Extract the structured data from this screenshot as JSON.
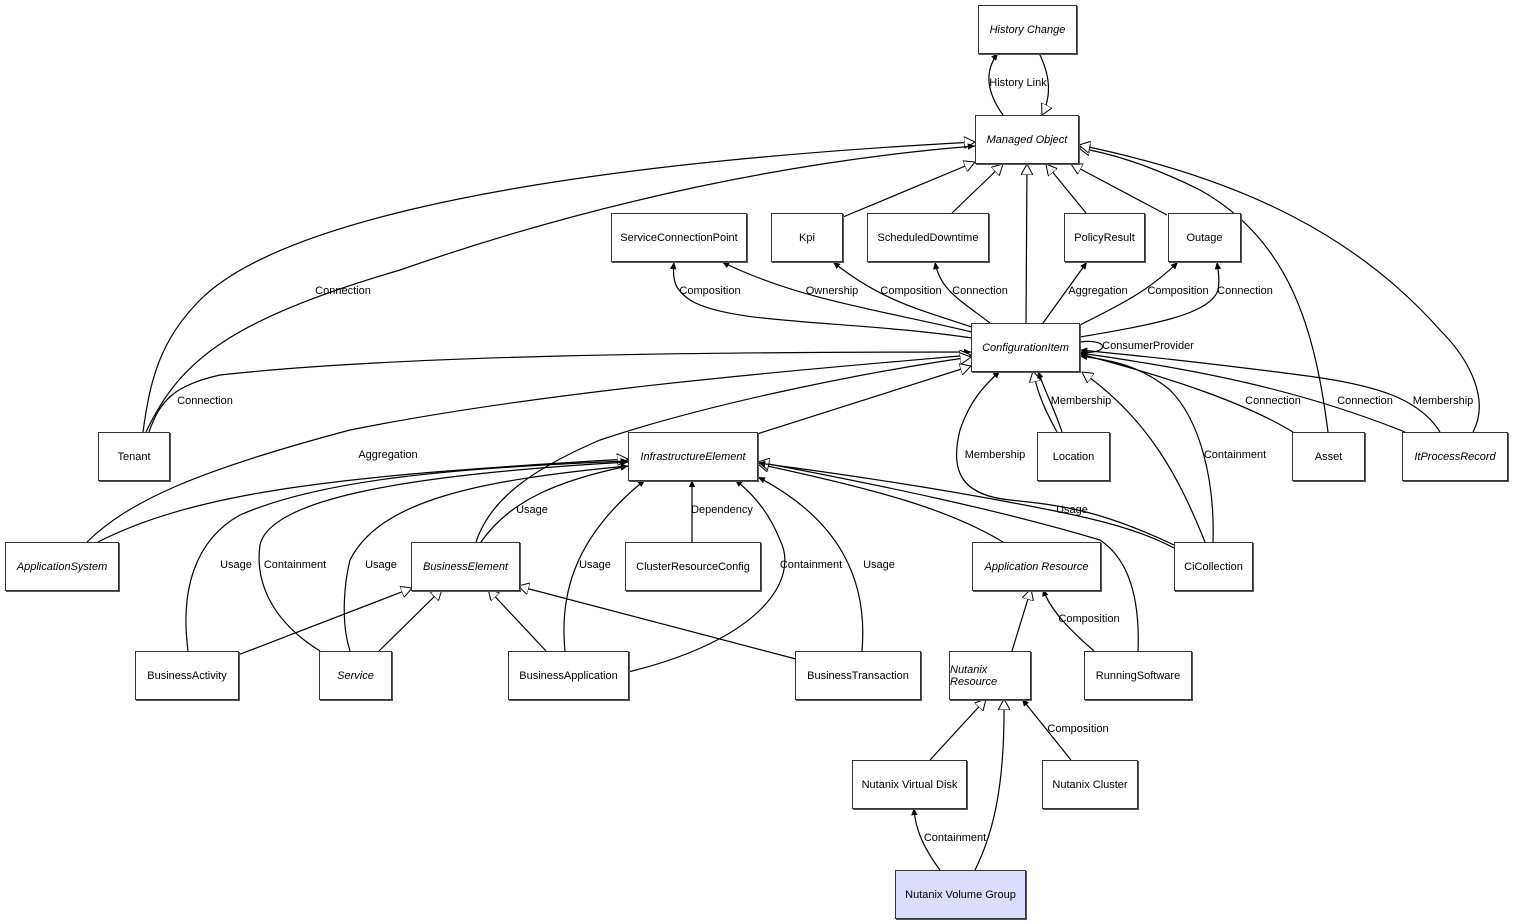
{
  "diagram": {
    "title": "Class relationship diagram",
    "highlight_color": "#dcdcff",
    "nodes": {
      "history_change": {
        "label": "History Change",
        "abstract": true
      },
      "managed_object": {
        "label": "Managed Object",
        "abstract": true
      },
      "service_connection_point": {
        "label": "ServiceConnectionPoint",
        "abstract": false
      },
      "kpi": {
        "label": "Kpi",
        "abstract": false
      },
      "scheduled_downtime": {
        "label": "ScheduledDowntime",
        "abstract": false
      },
      "policy_result": {
        "label": "PolicyResult",
        "abstract": false
      },
      "outage": {
        "label": "Outage",
        "abstract": false
      },
      "configuration_item": {
        "label": "ConfigurationItem",
        "abstract": true
      },
      "tenant": {
        "label": "Tenant",
        "abstract": false
      },
      "infrastructure_element": {
        "label": "InfrastructureElement",
        "abstract": true
      },
      "location": {
        "label": "Location",
        "abstract": false
      },
      "asset": {
        "label": "Asset",
        "abstract": false
      },
      "it_process_record": {
        "label": "ItProcessRecord",
        "abstract": true
      },
      "application_system": {
        "label": "ApplicationSystem",
        "abstract": true
      },
      "business_element": {
        "label": "BusinessElement",
        "abstract": true
      },
      "cluster_resource_config": {
        "label": "ClusterResourceConfig",
        "abstract": false
      },
      "application_resource": {
        "label": "Application Resource",
        "abstract": true
      },
      "ci_collection": {
        "label": "CiCollection",
        "abstract": false
      },
      "business_activity": {
        "label": "BusinessActivity",
        "abstract": false
      },
      "service": {
        "label": "Service",
        "abstract": true
      },
      "business_application": {
        "label": "BusinessApplication",
        "abstract": false
      },
      "business_transaction": {
        "label": "BusinessTransaction",
        "abstract": false
      },
      "nutanix_resource": {
        "label": "Nutanix Resource",
        "abstract": true
      },
      "running_software": {
        "label": "RunningSoftware",
        "abstract": false
      },
      "nutanix_virtual_disk": {
        "label": "Nutanix Virtual Disk",
        "abstract": false
      },
      "nutanix_cluster": {
        "label": "Nutanix Cluster",
        "abstract": false
      },
      "nutanix_volume_group": {
        "label": "Nutanix Volume Group",
        "abstract": false,
        "selected": true
      }
    },
    "edge_labels": {
      "history_link": "History Link",
      "tenant_mo_connection": "Connection",
      "tenant_ci_connection": "Connection",
      "scp_composition": "Composition",
      "scp_ownership": "Ownership",
      "kpi_composition": "Composition",
      "sd_connection": "Connection",
      "pr_aggregation": "Aggregation",
      "outage_composition": "Composition",
      "outage_connection": "Connection",
      "consumer_provider": "ConsumerProvider",
      "asset_connection": "Connection",
      "itpr_connection": "Connection",
      "itpr_membership": "Membership",
      "appsys_aggregation": "Aggregation",
      "location_membership": "Membership",
      "cicol_membership": "Membership",
      "cicol_containment": "Containment",
      "be_usage": "Usage",
      "crc_dependency": "Dependency",
      "cicol_usage": "Usage",
      "ba_usage": "Usage",
      "svc_containment": "Containment",
      "svc_usage": "Usage",
      "bapp_usage": "Usage",
      "bapp_containment": "Containment",
      "bt_usage": "Usage",
      "rs_composition": "Composition",
      "nc_composition": "Composition",
      "nvg_containment": "Containment"
    }
  }
}
